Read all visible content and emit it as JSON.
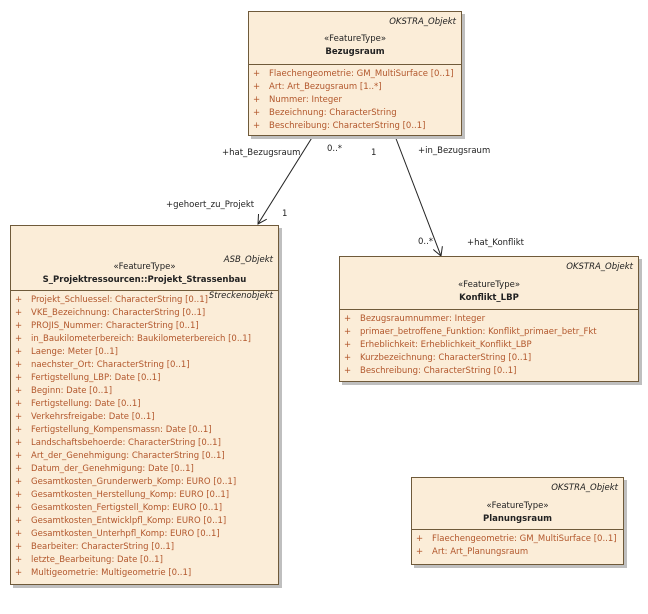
{
  "classes": {
    "bezugsraum": {
      "parent": "OKSTRA_Objekt",
      "stereotype": "«FeatureType»",
      "name": "Bezugsraum",
      "attributes": [
        {
          "vis": "+",
          "text": "Flaechengeometrie: GM_MultiSurface [0..1]"
        },
        {
          "vis": "+",
          "text": "Art: Art_Bezugsraum [1..*]"
        },
        {
          "vis": "+",
          "text": "Nummer: Integer"
        },
        {
          "vis": "+",
          "text": "Bezeichnung: CharacterString"
        },
        {
          "vis": "+",
          "text": "Beschreibung: CharacterString [0..1]"
        }
      ]
    },
    "projekt": {
      "parent": "ASB_Objekt",
      "parent2": "Streckenobjekt",
      "stereotype": "«FeatureType»",
      "name": "S_Projektressourcen::Projekt_Strassenbau",
      "attributes": [
        {
          "vis": "+",
          "text": "Projekt_Schluessel: CharacterString [0..1]"
        },
        {
          "vis": "+",
          "text": "VKE_Bezeichnung: CharacterString [0..1]"
        },
        {
          "vis": "+",
          "text": "PROJIS_Nummer: CharacterString [0..1]"
        },
        {
          "vis": "+",
          "text": "in_Baukilometerbereich: Baukilometerbereich [0..1]"
        },
        {
          "vis": "+",
          "text": "Laenge: Meter [0..1]"
        },
        {
          "vis": "+",
          "text": "naechster_Ort: CharacterString [0..1]"
        },
        {
          "vis": "+",
          "text": "Fertigstellung_LBP: Date [0..1]"
        },
        {
          "vis": "+",
          "text": "Beginn: Date [0..1]"
        },
        {
          "vis": "+",
          "text": "Fertigstellung: Date [0..1]"
        },
        {
          "vis": "+",
          "text": "Verkehrsfreigabe: Date [0..1]"
        },
        {
          "vis": "+",
          "text": "Fertigstellung_Kompensmassn: Date [0..1]"
        },
        {
          "vis": "+",
          "text": "Landschaftsbehoerde: CharacterString [0..1]"
        },
        {
          "vis": "+",
          "text": "Art_der_Genehmigung: CharacterString [0..1]"
        },
        {
          "vis": "+",
          "text": "Datum_der_Genehmigung: Date [0..1]"
        },
        {
          "vis": "+",
          "text": "Gesamtkosten_Grunderwerb_Komp: EURO [0..1]"
        },
        {
          "vis": "+",
          "text": "Gesamtkosten_Herstellung_Komp: EURO [0..1]"
        },
        {
          "vis": "+",
          "text": "Gesamtkosten_Fertigstell_Komp: EURO [0..1]"
        },
        {
          "vis": "+",
          "text": "Gesamtkosten_Entwicklpfl_Komp: EURO [0..1]"
        },
        {
          "vis": "+",
          "text": "Gesamtkosten_Unterhpfl_Komp: EURO [0..1]"
        },
        {
          "vis": "+",
          "text": "Bearbeiter: CharacterString [0..1]"
        },
        {
          "vis": "+",
          "text": "letzte_Bearbeitung: Date [0..1]"
        },
        {
          "vis": "+",
          "text": "Multigeometrie: Multigeometrie [0..1]"
        }
      ]
    },
    "konflikt": {
      "parent": "OKSTRA_Objekt",
      "stereotype": "«FeatureType»",
      "name": "Konflikt_LBP",
      "attributes": [
        {
          "vis": "+",
          "text": "Bezugsraumnummer: Integer"
        },
        {
          "vis": "+",
          "text": "primaer_betroffene_Funktion: Konflikt_primaer_betr_Fkt"
        },
        {
          "vis": "+",
          "text": "Erheblichkeit: Erheblichkeit_Konflikt_LBP"
        },
        {
          "vis": "+",
          "text": "Kurzbezeichnung: CharacterString [0..1]"
        },
        {
          "vis": "+",
          "text": "Beschreibung: CharacterString [0..1]"
        }
      ]
    },
    "planungsraum": {
      "parent": "OKSTRA_Objekt",
      "stereotype": "«FeatureType»",
      "name": "Planungsraum",
      "attributes": [
        {
          "vis": "+",
          "text": "Flaechengeometrie: GM_MultiSurface [0..1]"
        },
        {
          "vis": "+",
          "text": "Art: Art_Planungsraum"
        }
      ]
    }
  },
  "associations": {
    "projekt_link": {
      "role_source": "+hat_Bezugsraum",
      "mult_source": "0..*",
      "role_target": "+gehoert_zu_Projekt",
      "mult_target": "1"
    },
    "konflikt_link": {
      "role_source": "+in_Bezugsraum",
      "mult_source": "1",
      "role_target": "+hat_Konflikt",
      "mult_target": "0..*"
    }
  },
  "colors": {
    "class_fill": "#fbedd8",
    "class_border": "#6f5a3a",
    "attribute_text": "#b2572c",
    "line": "#222222"
  }
}
